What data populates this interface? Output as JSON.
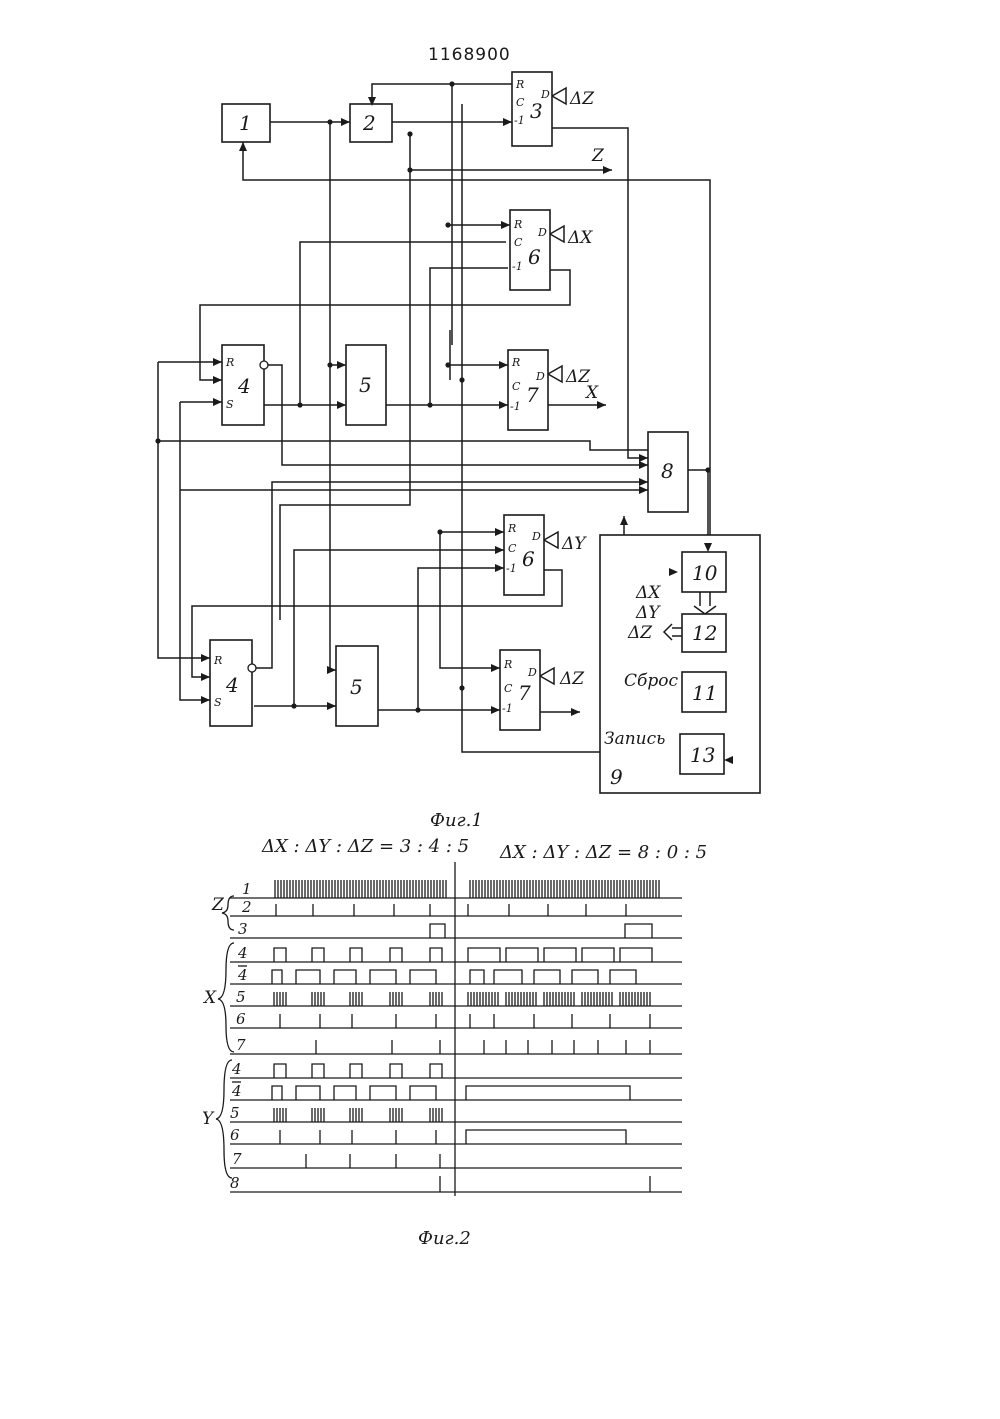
{
  "patent_number": "1168900",
  "fig1": {
    "caption": "Фиг.1",
    "blocks": {
      "b1": "1",
      "b2": "2",
      "b3": "3",
      "b6a": "6",
      "b4a": "4",
      "b5a": "5",
      "b7a": "7",
      "b8": "8",
      "b6b": "6",
      "b4b": "4",
      "b5b": "5",
      "b7b": "7",
      "b10": "10",
      "b12": "12",
      "b11": "11",
      "b13": "13",
      "b9": "9"
    },
    "pins": {
      "R": "R",
      "C": "C",
      "D": "D",
      "m1": "-1",
      "S": "S"
    },
    "labels": {
      "dz1": "ΔZ",
      "dx": "ΔX",
      "dz2": "ΔZ",
      "dy": "ΔY",
      "dz3": "ΔZ",
      "z_out": "Z",
      "x_out": "X",
      "reg_dx": "ΔX",
      "reg_dy": "ΔY",
      "reg_dz": "ΔZ",
      "reset": "Сброс",
      "write": "Запись"
    }
  },
  "fig2": {
    "caption": "Фиг.2",
    "ratio_left": "ΔX : ΔY : ΔZ = 3 : 4 : 5",
    "ratio_right": "ΔX : ΔY : ΔZ = 8 : 0 : 5",
    "groups": {
      "z": "Z",
      "x": "X",
      "y": "Y"
    },
    "rows": [
      "1",
      "2",
      "3",
      "4",
      "4̄",
      "5",
      "6",
      "7",
      "4",
      "4̄",
      "5",
      "6",
      "7",
      "8"
    ]
  }
}
